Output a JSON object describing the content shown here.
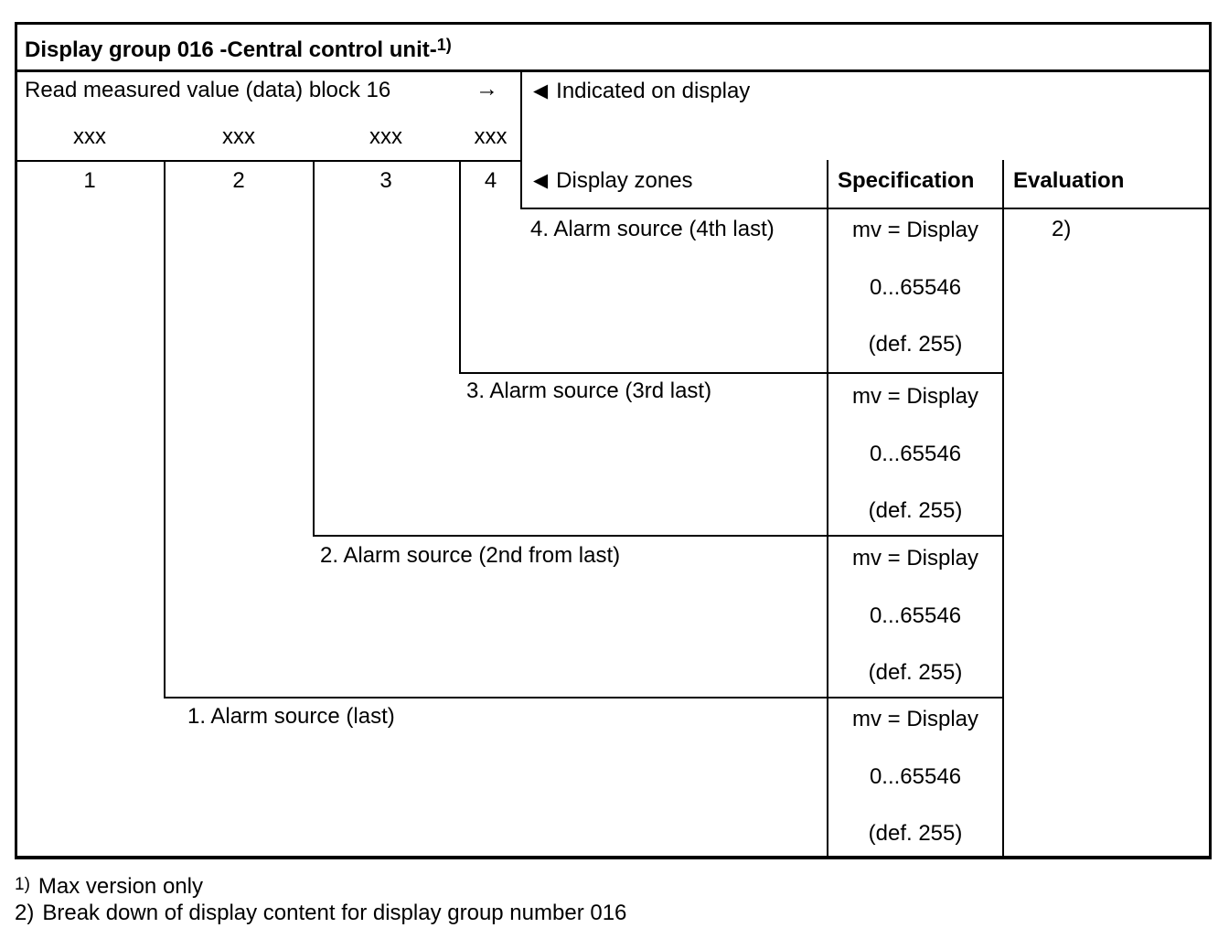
{
  "page": {
    "title": "Display group 016 -Central control unit-",
    "title_footnote_ref": "1)"
  },
  "telegram": {
    "read_label": "Read measured value (data) block 16",
    "arrow": "→",
    "byte_placeholders": [
      "xxx",
      "xxx",
      "xxx",
      "xxx"
    ],
    "byte_numbers": [
      "1",
      "2",
      "3",
      "4"
    ]
  },
  "headers": {
    "marker": "◀",
    "indicated_on_display": "Indicated on display",
    "display_zones": "Display zones",
    "specification": "Specification",
    "evaluation": "Evaluation"
  },
  "rows": [
    {
      "zone": "4. Alarm source (4th last)",
      "spec": [
        "mv = Display",
        "0...65546",
        "(def. 255)"
      ],
      "evaluation": "2)"
    },
    {
      "zone": "3. Alarm source (3rd last)",
      "spec": [
        "mv = Display",
        "0...65546",
        "(def. 255)"
      ]
    },
    {
      "zone": "2. Alarm source (2nd from last)",
      "spec": [
        "mv = Display",
        "0...65546",
        "(def. 255)"
      ]
    },
    {
      "zone": "1. Alarm source (last)",
      "spec": [
        "mv = Display",
        "0...65546",
        "(def. 255)"
      ]
    }
  ],
  "footnotes": [
    {
      "marker": "1)",
      "text": "Max version only"
    },
    {
      "marker": "2)",
      "text": "Break down of display content for display group number 016"
    }
  ],
  "colors": {
    "ink": "#000000",
    "paper": "#ffffff"
  }
}
